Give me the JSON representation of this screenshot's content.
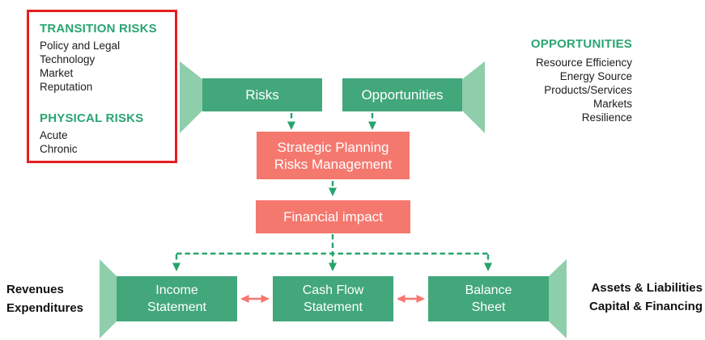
{
  "colors": {
    "box_green": "#42a77b",
    "funnel_light_green": "#8fceab",
    "box_salmon": "#f5786e",
    "heading_green": "#2aa571",
    "legend_outline_red": "#e61e1e",
    "connector_green": "#27a36c"
  },
  "legend_left": {
    "sections": [
      {
        "heading": "TRANSITION RISKS",
        "items": [
          "Policy and Legal",
          "Technology",
          "Market",
          "Reputation"
        ]
      },
      {
        "heading": "PHYSICAL RISKS",
        "items": [
          "Acute",
          "Chronic"
        ]
      }
    ]
  },
  "legend_right": {
    "heading": "OPPORTUNITIES",
    "items": [
      "Resource Efficiency",
      "Energy Source",
      "Products/Services",
      "Markets",
      "Resilience"
    ]
  },
  "flow": {
    "risks": "Risks",
    "opportunities": "Opportunities",
    "strategic_line1": "Strategic Planning",
    "strategic_line2": "Risks Management",
    "financial": "Financial impact",
    "income_line1": "Income",
    "income_line2": "Statement",
    "cashflow_line1": "Cash Flow",
    "cashflow_line2": "Statement",
    "balance_line1": "Balance",
    "balance_line2": "Sheet"
  },
  "side_labels": {
    "left_line1": "Revenues",
    "left_line2": "Expenditures",
    "right_line1": "Assets & Liabilities",
    "right_line2": "Capital & Financing"
  }
}
